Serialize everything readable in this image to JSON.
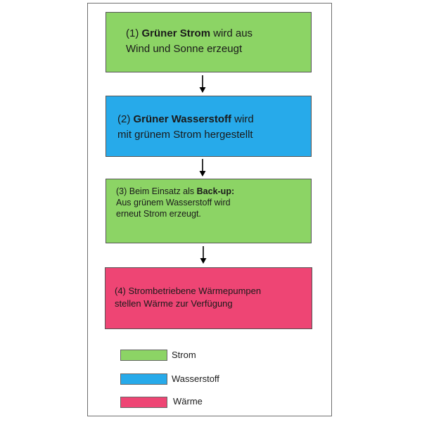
{
  "colors": {
    "strom": "#8cd465",
    "wasserstoff": "#27aaea",
    "waerme": "#ee4574"
  },
  "steps": [
    {
      "num": "(1)",
      "bold": "Grüner Strom",
      "rest": "wird aus",
      "line2": "Wind und Sonne erzeugt"
    },
    {
      "num": "(2)",
      "bold": "Grüner Wasserstoff",
      "rest": "wird",
      "line2": "mit grünem Strom hergestellt"
    },
    {
      "prefix": "(3) Beim Einsatz als",
      "bold": "Back-up:",
      "line2": "Aus grünem Wasserstoff wird",
      "line3": "erneut Strom erzeugt."
    },
    {
      "line1": "(4) Strombetriebene Wärmepumpen",
      "line2": "stellen Wärme zur Verfügung"
    }
  ],
  "legend": [
    {
      "label": "Strom"
    },
    {
      "label": "Wasserstoff"
    },
    {
      "label": "Wärme"
    }
  ]
}
